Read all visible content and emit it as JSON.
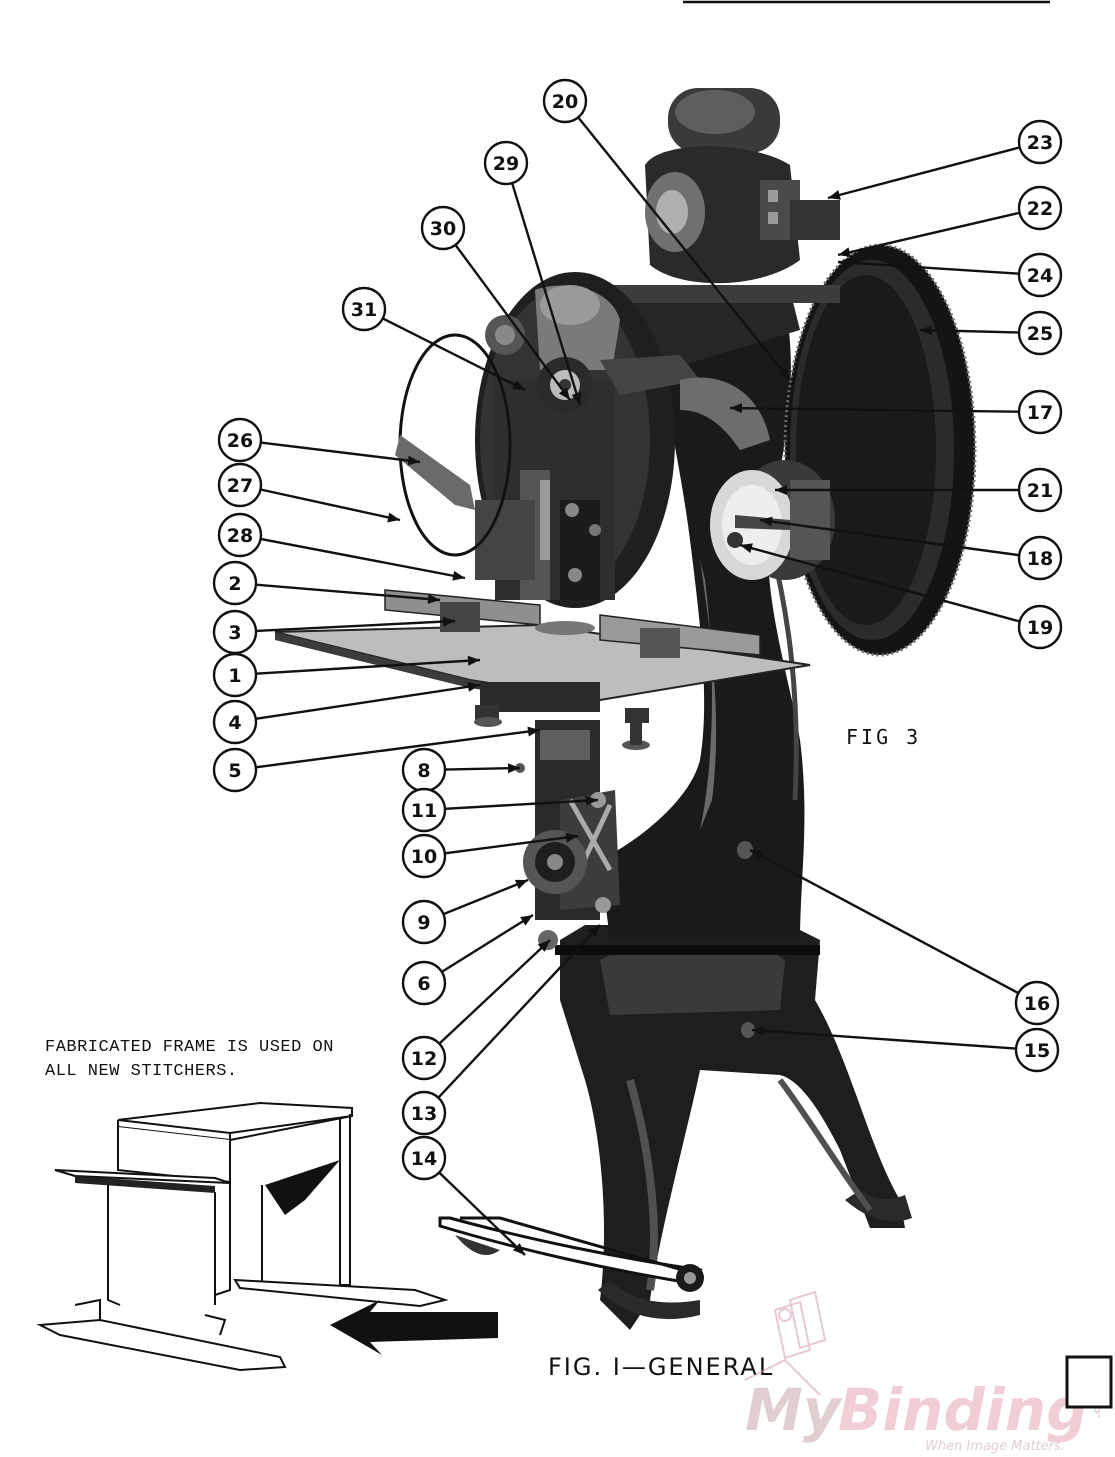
{
  "caption": "FIG. I—GENERAL",
  "fig3_label": "FIG 3",
  "note_lines": [
    "FABRICATED FRAME IS USED ON",
    "ALL NEW STITCHERS."
  ],
  "callouts": [
    {
      "id": "20",
      "name": "callout-20"
    },
    {
      "id": "29",
      "name": "callout-29"
    },
    {
      "id": "30",
      "name": "callout-30"
    },
    {
      "id": "31",
      "name": "callout-31"
    },
    {
      "id": "23",
      "name": "callout-23"
    },
    {
      "id": "22",
      "name": "callout-22"
    },
    {
      "id": "24",
      "name": "callout-24"
    },
    {
      "id": "25",
      "name": "callout-25"
    },
    {
      "id": "17",
      "name": "callout-17"
    },
    {
      "id": "21",
      "name": "callout-21"
    },
    {
      "id": "18",
      "name": "callout-18"
    },
    {
      "id": "19",
      "name": "callout-19"
    },
    {
      "id": "26",
      "name": "callout-26"
    },
    {
      "id": "27",
      "name": "callout-27"
    },
    {
      "id": "28",
      "name": "callout-28"
    },
    {
      "id": "2",
      "name": "callout-2"
    },
    {
      "id": "3",
      "name": "callout-3"
    },
    {
      "id": "1",
      "name": "callout-1"
    },
    {
      "id": "4",
      "name": "callout-4"
    },
    {
      "id": "5",
      "name": "callout-5"
    },
    {
      "id": "8",
      "name": "callout-8"
    },
    {
      "id": "11",
      "name": "callout-11"
    },
    {
      "id": "10",
      "name": "callout-10"
    },
    {
      "id": "9",
      "name": "callout-9"
    },
    {
      "id": "6",
      "name": "callout-6"
    },
    {
      "id": "12",
      "name": "callout-12"
    },
    {
      "id": "13",
      "name": "callout-13"
    },
    {
      "id": "14",
      "name": "callout-14"
    },
    {
      "id": "16",
      "name": "callout-16"
    },
    {
      "id": "15",
      "name": "callout-15"
    }
  ],
  "watermark": {
    "brand_my": "My",
    "brand_binding": "Binding",
    "brand_tld": ".com",
    "tagline": "When Image Matters.",
    "color_my": "#c9a7ab",
    "color_binding": "#e7a6b3"
  },
  "colors": {
    "ink": "#111111",
    "machine_dark": "#1c1c1c",
    "machine_mid": "#4a4a4a",
    "machine_light": "#8a8a8a"
  }
}
